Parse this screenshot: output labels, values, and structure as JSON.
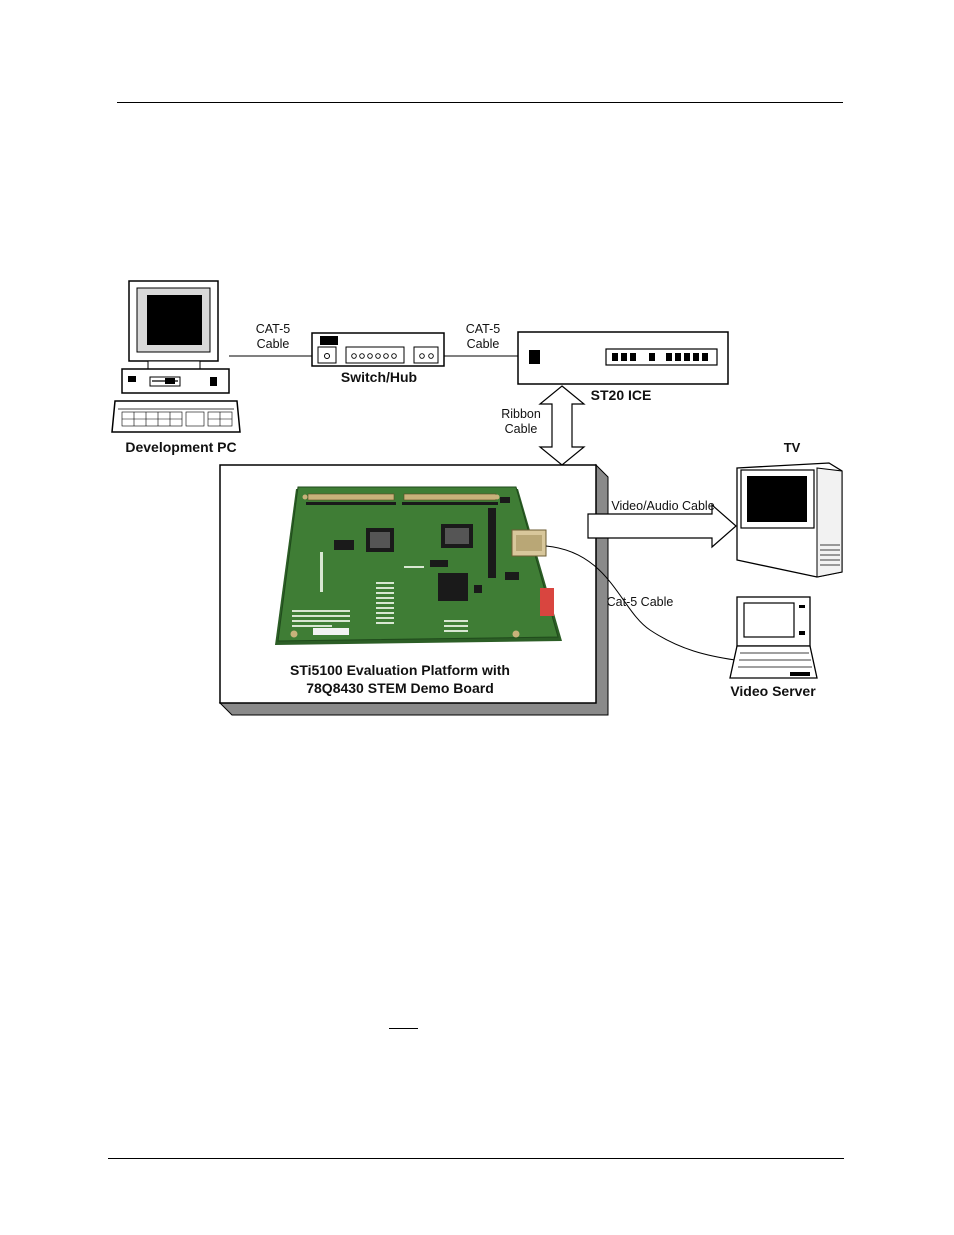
{
  "labels": {
    "cat5_left_line1": "CAT-5",
    "cat5_left_line2": "Cable",
    "cat5_right_line1": "CAT-5",
    "cat5_right_line2": "Cable",
    "switch_hub": "Switch/Hub",
    "st20_ice": "ST20 ICE",
    "ribbon_line1": "Ribbon",
    "ribbon_line2": "Cable",
    "development_pc": "Development PC",
    "tv": "TV",
    "video_audio_cable": "Video/Audio Cable",
    "cat5_cable_server": "Cat-5 Cable",
    "platform_line1": "STi5100 Evaluation Platform with",
    "platform_line2": "78Q8430 STEM Demo Board",
    "video_server": "Video Server"
  },
  "colors": {
    "board_green": "#3f7d35",
    "board_green_dark": "#2c5e26",
    "chip_black": "#1a1a1a",
    "panel_shadow": "#8a8a8a",
    "device_fill": "#ffffff",
    "screen_black": "#000000",
    "dip_switch": "#d9453f"
  }
}
